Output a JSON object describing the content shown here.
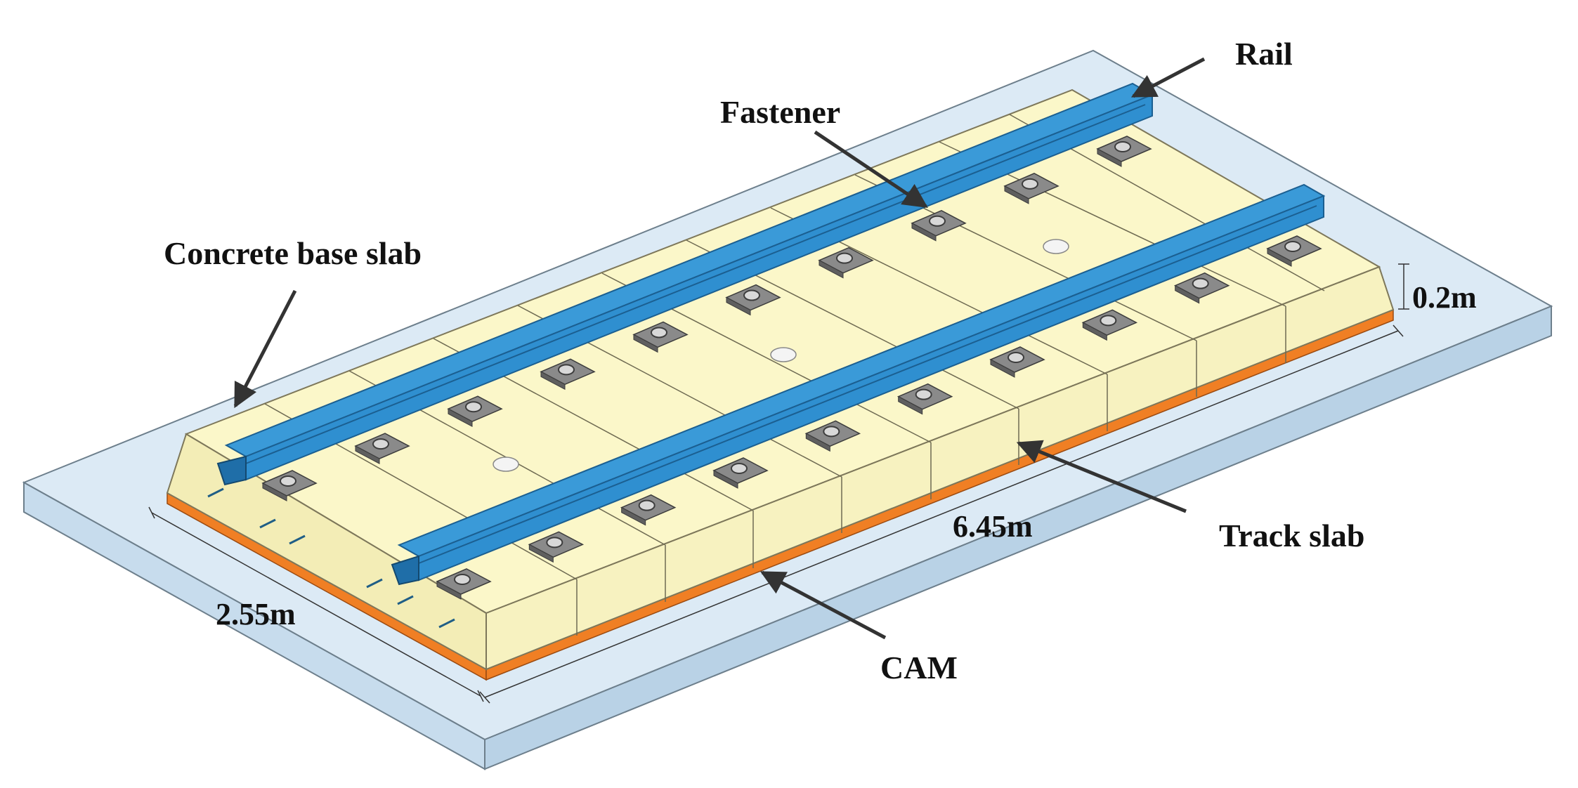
{
  "labels": {
    "rail": "Rail",
    "fastener": "Fastener",
    "concrete_base_slab": "Concrete base slab",
    "track_slab": "Track slab",
    "cam": "CAM"
  },
  "dimensions": {
    "length": "6.45m",
    "width": "2.55m",
    "thickness": "0.2m"
  },
  "colors": {
    "base_slab_top": "#dceaf5",
    "base_slab_side": "#c7dced",
    "track_slab_top": "#fbf7c9",
    "track_slab_side": "#f3edb6",
    "cam_layer": "#f07f24",
    "rail": "#2f8fd0",
    "rail_dark": "#1f6ea8",
    "fastener": "#8a8a8a",
    "fastener_dark": "#4d4d4d",
    "arrow": "#333333"
  }
}
